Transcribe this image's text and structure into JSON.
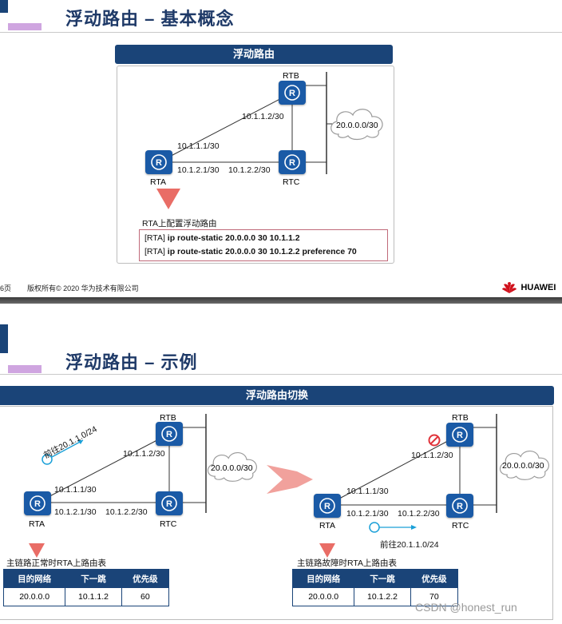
{
  "slide1": {
    "title": "浮动路由 – 基本概念",
    "diagram_title": "浮动路由",
    "routers": {
      "rta": "RTA",
      "rtb": "RTB",
      "rtc": "RTC"
    },
    "labels": {
      "rtb_ip": "10.1.1.2/30",
      "rta_ip1": "10.1.1.1/30",
      "rta_ip2": "10.1.2.1/30",
      "rtc_ip": "10.1.2.2/30",
      "cloud": "20.0.0.0/30"
    },
    "config_caption": "RTA上配置浮动路由",
    "config_lines": [
      {
        "prefix": "[RTA]",
        "cmd": "ip route-static 20.0.0.0 30 10.1.1.2"
      },
      {
        "prefix": "[RTA]",
        "cmd": "ip route-static 20.0.0.0 30 10.1.2.2  preference 70"
      }
    ],
    "page_num": "6页",
    "copyright": "版权所有© 2020 华为技术有限公司",
    "brand": "HUAWEI"
  },
  "slide2": {
    "title": "浮动路由 – 示例",
    "diagram_title": "浮动路由切换",
    "left": {
      "routers": {
        "rta": "RTA",
        "rtb": "RTB",
        "rtc": "RTC"
      },
      "dest_label": "前往20.1.1.0/24",
      "rtb_ip": "10.1.1.2/30",
      "rta_ip1": "10.1.1.1/30",
      "rta_ip2": "10.1.2.1/30",
      "rtc_ip": "10.1.2.2/30",
      "cloud": "20.0.0.0/30",
      "table_caption": "主链路正常时RTA上路由表",
      "headers": [
        "目的网络",
        "下一跳",
        "优先级"
      ],
      "row": [
        "20.0.0.0",
        "10.1.1.2",
        "60"
      ]
    },
    "right": {
      "routers": {
        "rta": "RTA",
        "rtb": "RTB",
        "rtc": "RTC"
      },
      "dest_label": "前往20.1.1.0/24",
      "rtb_ip": "10.1.1.2/30",
      "rta_ip1": "10.1.1.1/30",
      "rta_ip2": "10.1.2.1/30",
      "rtc_ip": "10.1.2.2/30",
      "cloud": "20.0.0.0/30",
      "table_caption": "主链路故障时RTA上路由表",
      "headers": [
        "目的网络",
        "下一跳",
        "优先级"
      ],
      "row": [
        "20.0.0.0",
        "10.1.2.2",
        "70"
      ]
    },
    "watermark": "CSDN @honest_run"
  },
  "colors": {
    "navy": "#1a4478",
    "title": "#1f3a68",
    "accent_purple": "#cfa5e0",
    "arrow_red": "#e5534b"
  }
}
